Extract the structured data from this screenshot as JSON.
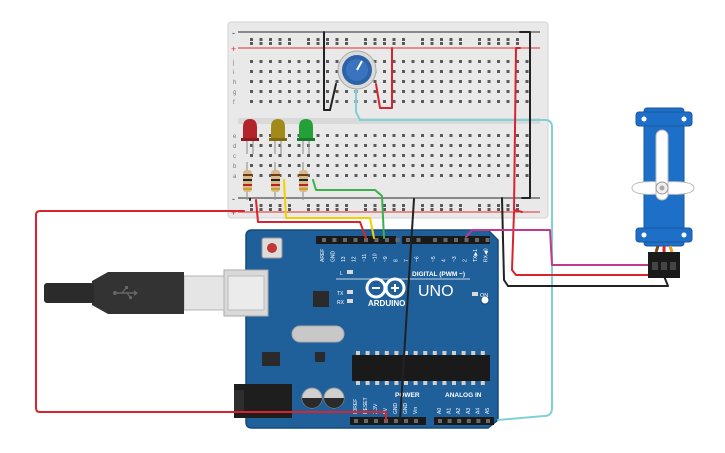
{
  "colors": {
    "board": "#1f5f9a",
    "board_dark": "#174a79",
    "breadboard": "#e9e9e9",
    "rail_red": "#e03030",
    "rail_blue": "#2a2a2a",
    "wire_red": "#d9232e",
    "wire_black": "#222222",
    "wire_teal": "#7fd1d6",
    "wire_magenta": "#c0398c",
    "wire_yellow": "#f0d000",
    "wire_green": "#3cb04a",
    "led_red": "#b2232a",
    "led_yellow": "#a28a18",
    "led_green": "#24a038",
    "servo": "#1e6fc8",
    "pot": "#2c62a8"
  },
  "arduino": {
    "brand": "ARDUINO",
    "model": "UNO",
    "digital_label": "DIGITAL (PWM ~)",
    "analog_label": "ANALOG IN",
    "power_label": "POWER",
    "on_label": "ON",
    "led_labels": [
      "L",
      "TX",
      "RX"
    ],
    "top_pin_labels": [
      "AREF",
      "GND",
      "13",
      "12",
      "~11",
      "~10",
      "~9",
      "8",
      "7",
      "~6",
      "~5",
      "4",
      "~3",
      "2",
      "TX▶1",
      "RX◀0"
    ],
    "power_pin_labels": [
      "IOREF",
      "RESET",
      "3.3V",
      "5V",
      "GND",
      "GND",
      "Vin"
    ],
    "analog_pin_labels": [
      "A0",
      "A1",
      "A2",
      "A3",
      "A4",
      "A5"
    ]
  },
  "breadboard": {
    "row_letters_top": [
      "j",
      "i",
      "h",
      "g",
      "f"
    ],
    "row_letters_bottom": [
      "e",
      "d",
      "c",
      "b",
      "a"
    ],
    "rail_plus": "+",
    "rail_minus": "-",
    "column_count": 30
  },
  "components": {
    "leds": [
      "red",
      "yellow",
      "green"
    ],
    "resistor_count": 3,
    "potentiometer_icon": "knob-icon",
    "servo_icon": "servo-icon",
    "usb_icon": "usb-icon"
  }
}
